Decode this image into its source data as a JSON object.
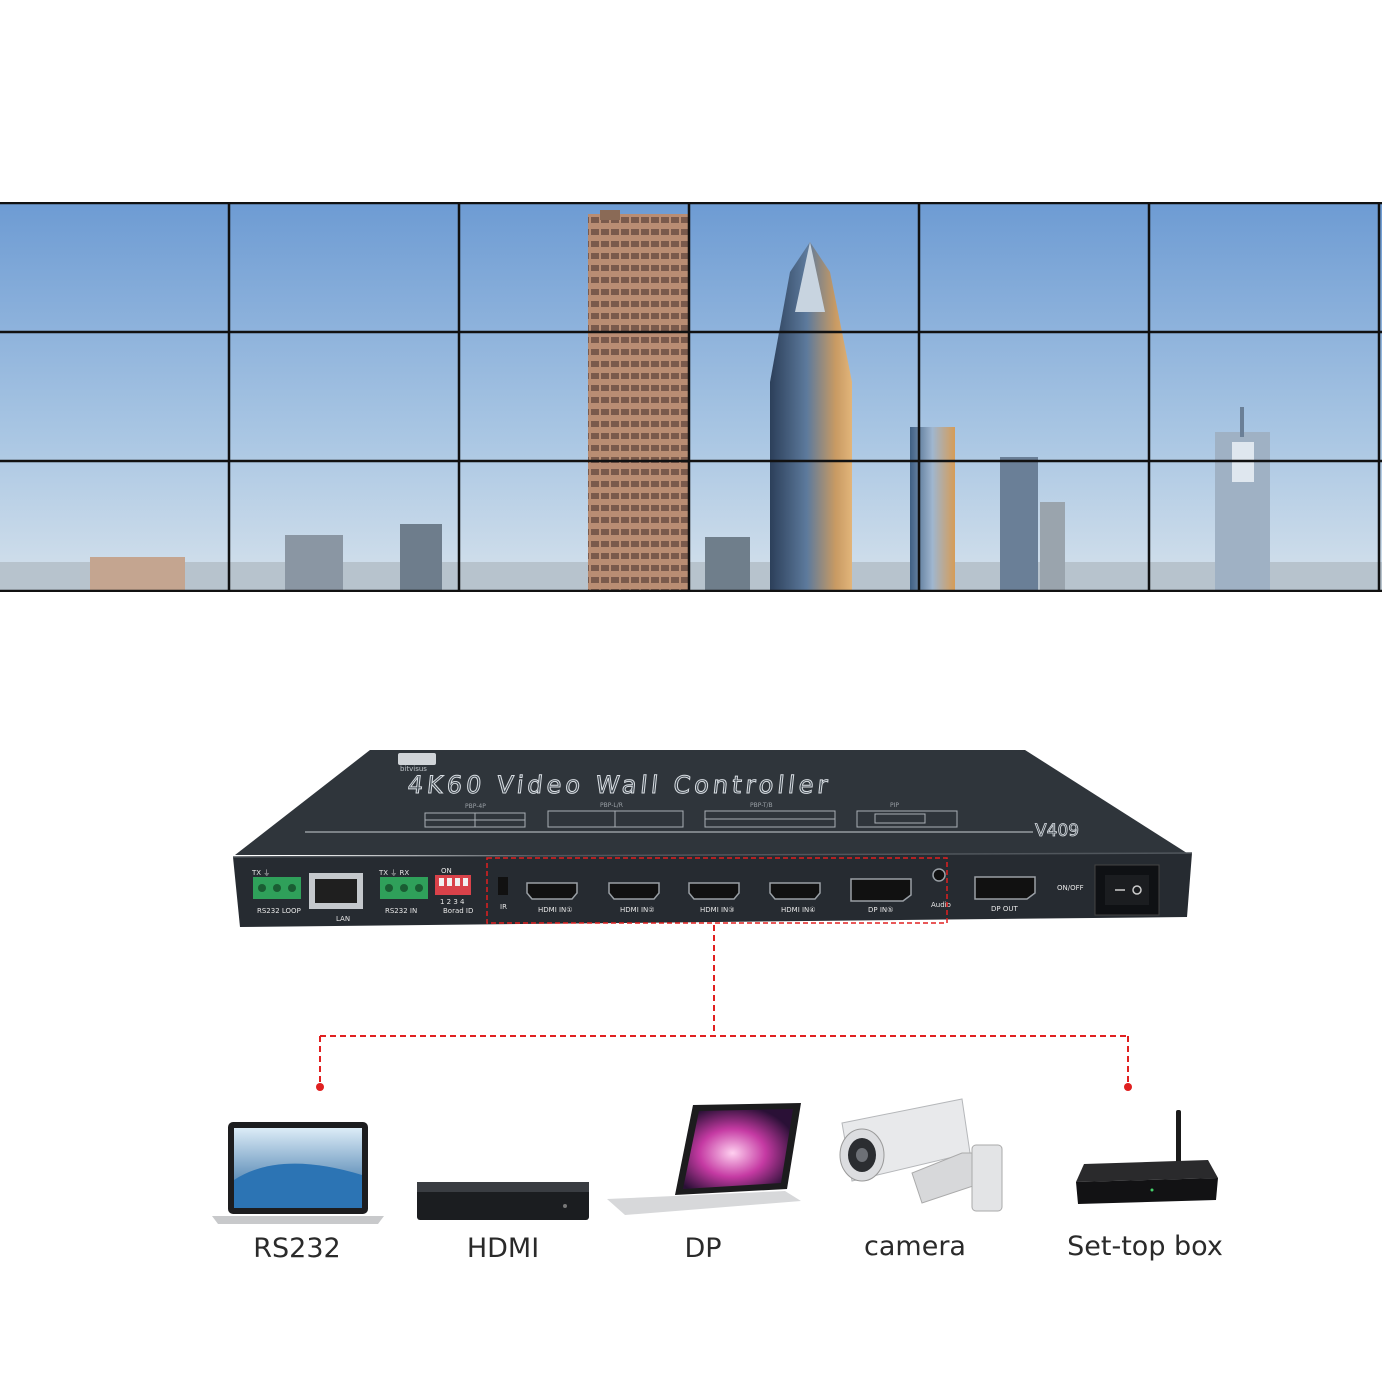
{
  "product": {
    "brand_logo": "bitvisus",
    "title": "4K60 Video Wall Controller",
    "model": "V409",
    "layout_modes": [
      "PBP-4P",
      "PBP-L/R",
      "PBP-T/B",
      "PIP"
    ],
    "ports": {
      "rs232_loop_pins": "TX ⏚",
      "rs232_loop_label": "RS232  LOOP",
      "lan_label": "LAN",
      "rs232_in_pins": "TX ⏚ RX",
      "rs232_in_label": "RS232  IN",
      "dip_on": "ON",
      "dip_numbers": "1 2 3 4",
      "board_id_label": "Borad ID",
      "ir_label": "IR",
      "hdmi1": "HDMI IN①",
      "hdmi2": "HDMI IN②",
      "hdmi3": "HDMI IN③",
      "hdmi4": "HDMI IN④",
      "dp_in": "DP IN⑤",
      "audio": "Audio",
      "dp_out": "DP OUT",
      "power": "ON/OFF"
    }
  },
  "sources": [
    {
      "label": "RS232",
      "icon": "laptop-icon"
    },
    {
      "label": "HDMI",
      "icon": "bluray-player-icon"
    },
    {
      "label": "DP",
      "icon": "notebook-icon"
    },
    {
      "label": "camera",
      "icon": "cctv-camera-icon"
    },
    {
      "label": "Set-top box",
      "icon": "set-top-box-icon"
    }
  ],
  "colors": {
    "connector_line": "#e02020",
    "device_body": "#2a3036",
    "sky_top": "#6d9bd3",
    "sky_bottom": "#cfe0ee"
  }
}
